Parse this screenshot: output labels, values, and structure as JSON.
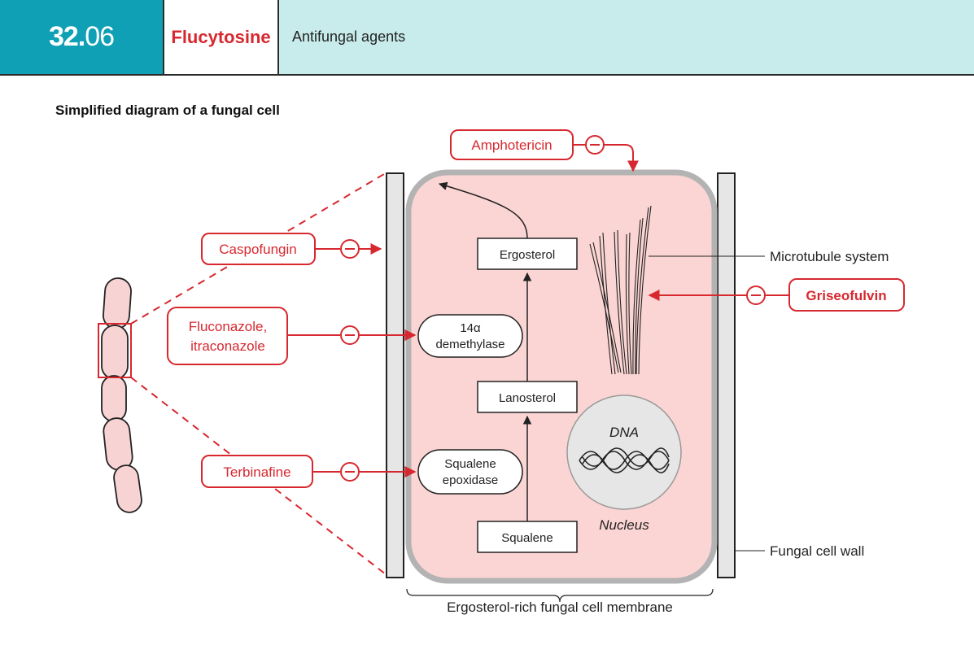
{
  "header": {
    "chapter_main": "32.",
    "chapter_sub": "06",
    "title": "Flucytosine",
    "subtitle": "Antifungal agents"
  },
  "figure": {
    "title": "Simplified diagram of a fungal cell",
    "drugs": {
      "amphotericin": "Amphotericin",
      "caspofungin": "Caspofungin",
      "fluconazole_line1": "Fluconazole,",
      "fluconazole_line2": "itraconazole",
      "terbinafine": "Terbinafine",
      "griseofulvin": "Griseofulvin"
    },
    "inhibit_symbol": "−",
    "pathway": {
      "ergosterol": "Ergosterol",
      "demethylase_line1": "14α",
      "demethylase_line2": "demethylase",
      "lanosterol": "Lanosterol",
      "squalene_epoxidase_line1": "Squalene",
      "squalene_epoxidase_line2": "epoxidase",
      "squalene": "Squalene"
    },
    "nucleus": {
      "dna": "DNA",
      "label": "Nucleus"
    },
    "labels": {
      "microtubule": "Microtubule system",
      "cell_wall": "Fungal cell wall",
      "membrane": "Ergosterol-rich fungal cell membrane"
    },
    "colors": {
      "drug_red": "#d7282f",
      "cell_fill": "#fbd5d3",
      "membrane_gray": "#b3b3b3",
      "hyphae_fill": "#f8d3d3"
    }
  }
}
